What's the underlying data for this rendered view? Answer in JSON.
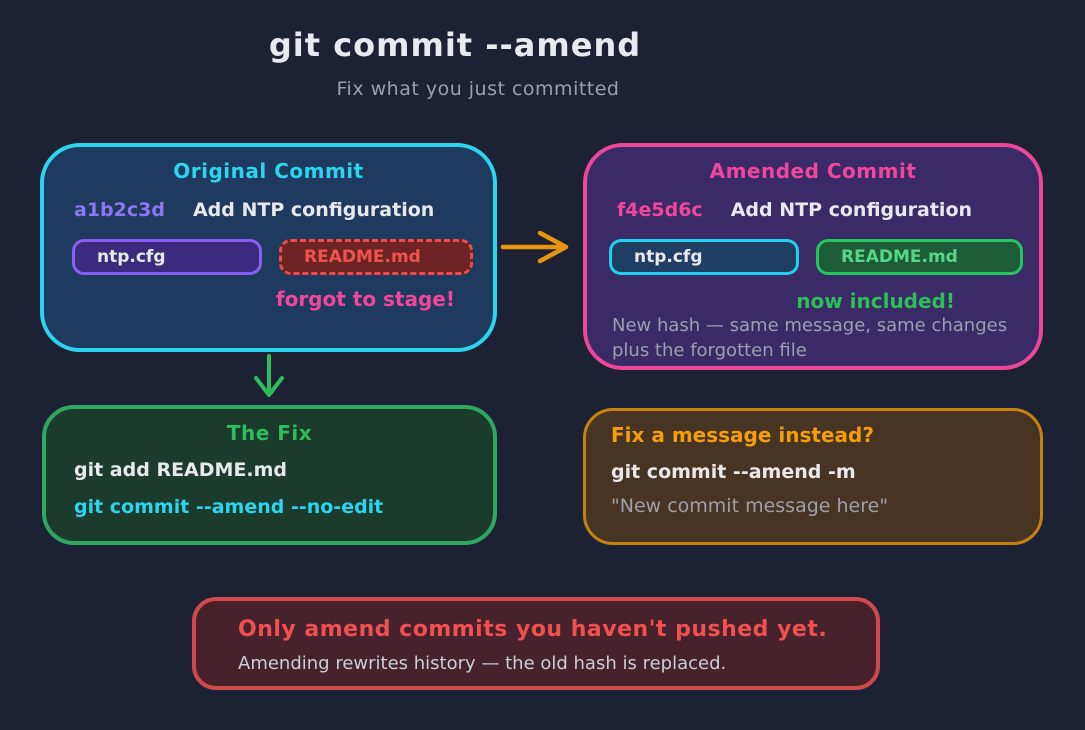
{
  "page": {
    "title": "git commit --amend",
    "subtitle": "Fix what you just committed"
  },
  "original_commit": {
    "title": "Original Commit",
    "hash": "a1b2c3d",
    "message": "Add NTP configuration",
    "files": [
      {
        "name": "ntp.cfg"
      },
      {
        "name": "README.md"
      }
    ],
    "note": "forgot to stage!"
  },
  "amended_commit": {
    "title": "Amended Commit",
    "hash": "f4e5d6c",
    "message": "Add NTP configuration",
    "files": [
      {
        "name": "ntp.cfg"
      },
      {
        "name": "README.md"
      }
    ],
    "note": "now included!",
    "caption_line1": "New hash — same message, same changes",
    "caption_line2": "plus the forgotten file"
  },
  "the_fix": {
    "title": "The Fix",
    "command1": "git add README.md",
    "command2": "git commit --amend --no-edit"
  },
  "fix_message": {
    "title": "Fix a message instead?",
    "command": "git commit --amend -m",
    "argument": "\"New commit message here\""
  },
  "warning": {
    "title": "Only amend commits you haven't pushed yet.",
    "subtitle": "Amending rewrites history — the old hash is replaced."
  },
  "icons": {
    "right_arrow": "right-arrow",
    "down_arrow": "down-arrow"
  },
  "colors": {
    "background": "#1c2134",
    "cyan": "#2dd4ee",
    "pink": "#f0479c",
    "violet_hash": "#8b78f0",
    "green": "#2ebd59",
    "orange": "#f59e0b",
    "arrow_orange": "#e8960f",
    "red": "#f05050",
    "gray_text": "#9aa0ae",
    "original_fill": "#1e3a5f",
    "amended_fill": "#3a2a66",
    "fix_fill": "#1b3b2d",
    "message_fill": "#483423",
    "warning_fill": "#47222c"
  }
}
